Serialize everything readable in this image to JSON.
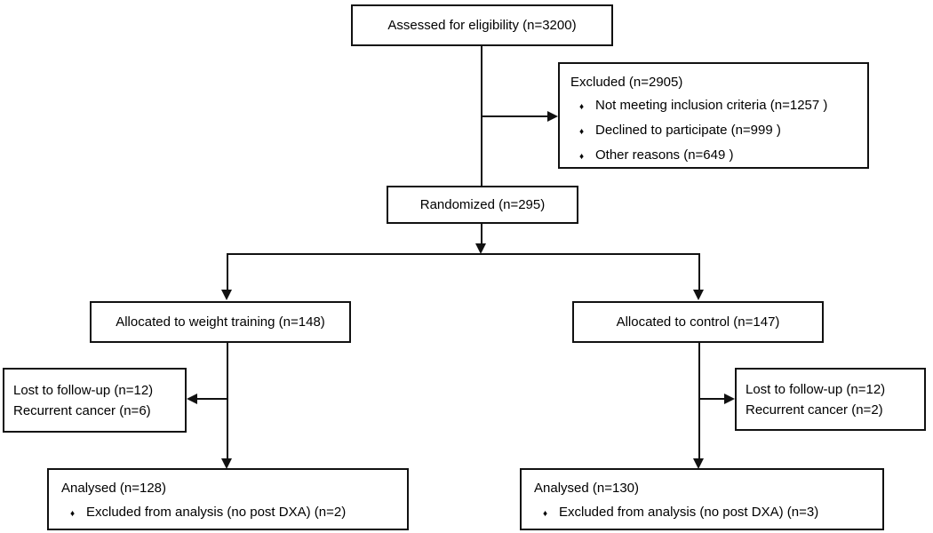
{
  "bullet": "♦",
  "colors": {
    "line": "#111111",
    "box_border": "#111111",
    "text": "#000000",
    "background": "#ffffff"
  },
  "boxes": {
    "assessed": {
      "label": "Assessed for eligibility (n=3200)"
    },
    "excluded": {
      "title": "Excluded (n=2905)",
      "items": [
        "Not meeting inclusion criteria (n=1257 )",
        "Declined to participate (n=999 )",
        "Other reasons (n=649 )"
      ]
    },
    "randomized": {
      "label": "Randomized (n=295)"
    },
    "allocated_weight_training": {
      "label": "Allocated to weight training (n=148)"
    },
    "allocated_control": {
      "label": "Allocated to control (n=147)"
    },
    "lost_weight_training": {
      "lines": [
        "Lost to follow-up (n=12)",
        "Recurrent cancer (n=6)"
      ]
    },
    "lost_control": {
      "lines": [
        "Lost to follow-up (n=12)",
        "Recurrent cancer (n=2)"
      ]
    },
    "analysed_weight_training": {
      "title": "Analysed (n=128)",
      "items": [
        "Excluded from analysis (no post DXA) (n=2)"
      ]
    },
    "analysed_control": {
      "title": "Analysed (n=130)",
      "items": [
        "Excluded from analysis (no post DXA) (n=3)"
      ]
    }
  }
}
